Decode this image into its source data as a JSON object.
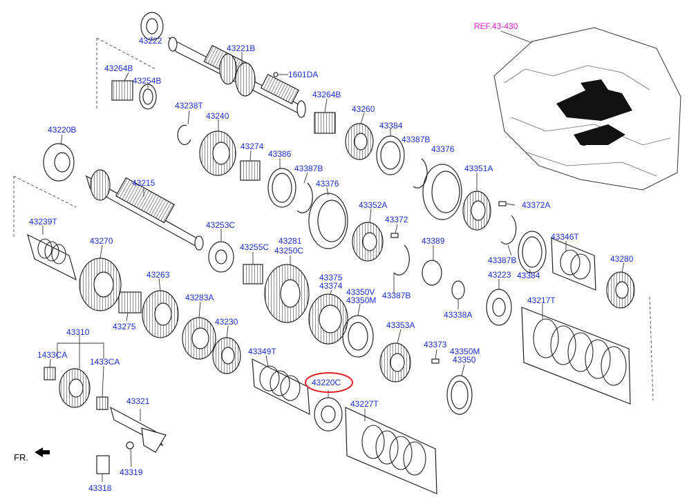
{
  "diagram": {
    "reference": "REF.43-430",
    "direction_label": "FR.",
    "highlighted_part": "43220C",
    "highlight_color": "#e02020",
    "label_color": "#1a2fd6",
    "reference_color": "#e020c8"
  },
  "labels": {
    "p43222": "43222",
    "p43221B": "43221B",
    "p1601DA": "1601DA",
    "p43264B_a": "43264B",
    "p43254B": "43254B",
    "p43238T": "43238T",
    "p43240": "43240",
    "p43264B_b": "43264B",
    "p43260": "43260",
    "p43384_a": "43384",
    "p43387B_a": "43387B",
    "p43376_a": "43376",
    "p43274": "43274",
    "p43386": "43386",
    "p43387B_b": "43387B",
    "p43376_b": "43376",
    "p43351A": "43351A",
    "p43220B": "43220B",
    "p43215": "43215",
    "p43352A": "43352A",
    "p43372A": "43372A",
    "p43372": "43372",
    "p43239T": "43239T",
    "p43253C": "43253C",
    "p43270": "43270",
    "p43255C": "43255C",
    "p43281": "43281",
    "p43250C": "43250C",
    "p43389": "43389",
    "p43387B_c": "43387B",
    "p43384_b": "43384",
    "p43346T": "43346T",
    "p43280": "43280",
    "p43263": "43263",
    "p43375": "43375",
    "p43374": "43374",
    "p43350V": "43350V",
    "p43350M_a": "43350M",
    "p43387B_d": "43387B",
    "p43223": "43223",
    "p43217T": "43217T",
    "p43275": "43275",
    "p43283A": "43283A",
    "p43230": "43230",
    "p43338A": "43338A",
    "p43353A": "43353A",
    "p43310": "43310",
    "p1433CA_a": "1433CA",
    "p1433CA_b": "1433CA",
    "p43349T": "43349T",
    "p43220C": "43220C",
    "p43373": "43373",
    "p43350M_b": "43350M",
    "p43350": "43350",
    "p43227T": "43227T",
    "p43321": "43321",
    "p43319": "43319",
    "p43318": "43318"
  }
}
